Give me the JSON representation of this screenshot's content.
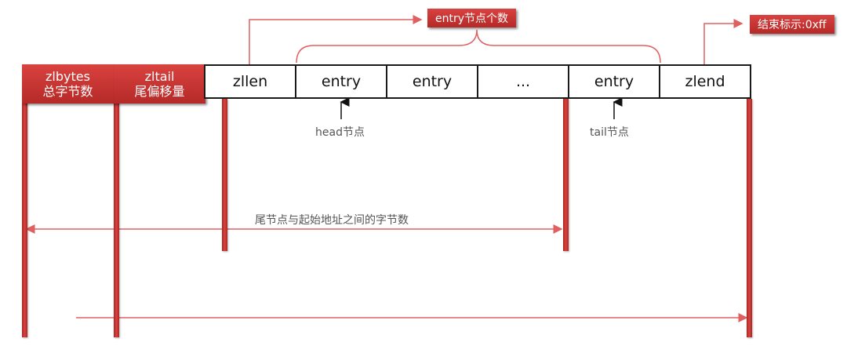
{
  "fields": [
    {
      "name": "zlbytes",
      "desc": "总字节数"
    },
    {
      "name": "zltail",
      "desc": "尾偏移量"
    },
    {
      "name": "zllen"
    },
    {
      "name": "entry"
    },
    {
      "name": "entry"
    },
    {
      "name": "..."
    },
    {
      "name": "entry"
    },
    {
      "name": "zlend"
    }
  ],
  "annotations": {
    "entry_count": "entry节点个数",
    "end_marker": "结束标示:0xff",
    "head_node": "head节点",
    "tail_node": "tail节点",
    "tail_offset_span": "尾节点与起始地址之间的字节数"
  },
  "colors": {
    "accent_red": "#c0302d",
    "line_red": "#e06060",
    "border": "#1a1a1a"
  }
}
